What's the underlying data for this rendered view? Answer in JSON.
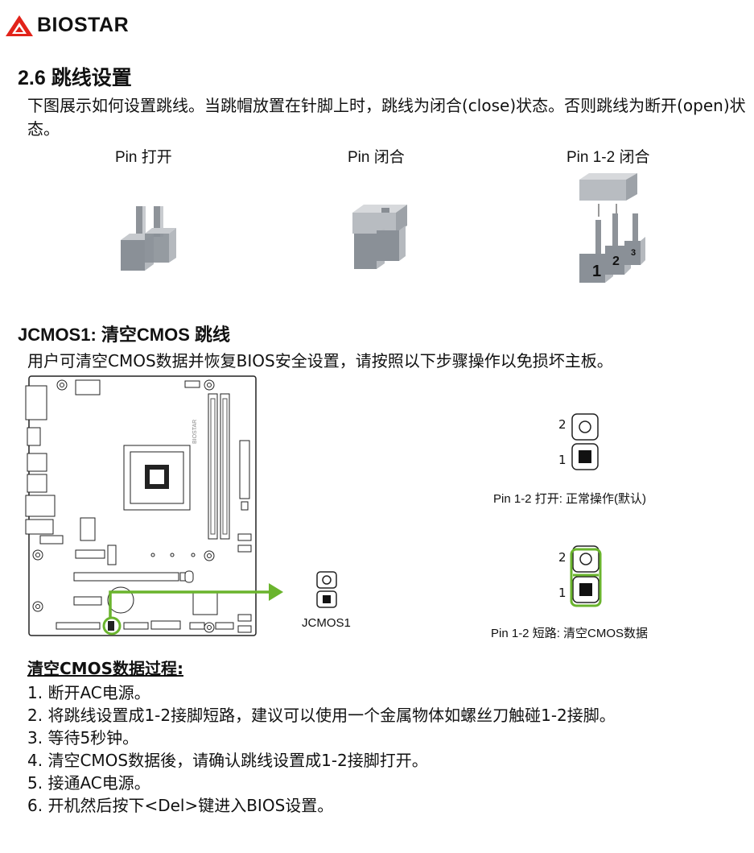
{
  "brand": {
    "name": "BIOSTAR"
  },
  "section": {
    "title": "2.6 跳线设置",
    "intro": "下图展示如何设置跳线。当跳帽放置在针脚上时，跳线为闭合(close)状态。否则跳线为断开(open)状态。"
  },
  "pin_states": [
    {
      "caption": "Pin 打开"
    },
    {
      "caption": "Pin 闭合"
    },
    {
      "caption": "Pin 1-2 闭合"
    }
  ],
  "jcmos": {
    "title": "JCMOS1: 清空CMOS 跳线",
    "description": "用户可清空CMOS数据并恢复BIOS安全设置，请按照以下步骤操作以免损坏主板。",
    "board_label": "JCMOS1",
    "board_silkscreen": "BIOSTAR",
    "jumper_open": {
      "pin2": "2",
      "pin1": "1",
      "caption": "Pin 1-2 打开: 正常操作(默认)"
    },
    "jumper_short": {
      "pin2": "2",
      "pin1": "1",
      "caption": "Pin 1-2 短路: 清空CMOS数据"
    },
    "pin_numbers": [
      "1",
      "2",
      "3"
    ],
    "accent_color": "#6ab42d"
  },
  "procedure": {
    "title": "清空CMOS数据过程:",
    "steps": [
      "1. 断开AC电源。",
      "2. 将跳线设置成1-2接脚短路，建议可以使用一个金属物体如螺丝刀触碰1-2接脚。",
      "3. 等待5秒钟。",
      "4. 清空CMOS数据後，请确认跳线设置成1-2接脚打开。",
      "5. 接通AC电源。",
      "6. 开机然后按下<Del>键进入BIOS设置。"
    ]
  }
}
